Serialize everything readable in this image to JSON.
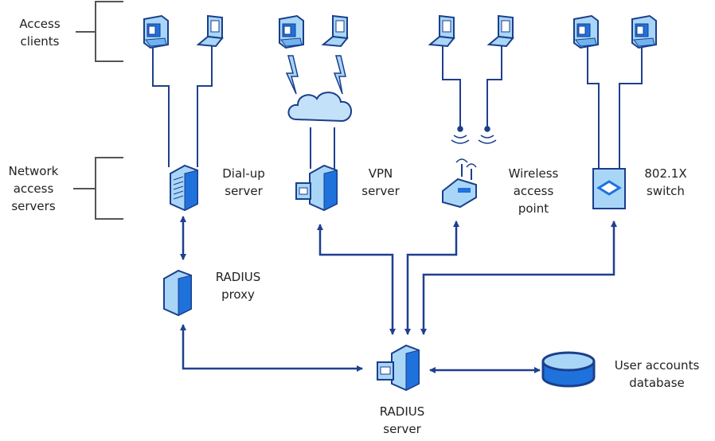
{
  "colors": {
    "line": "#1f3f8f",
    "device_light": "#a9d6f7",
    "device_dark": "#1f72dc",
    "outline": "#1a3f8c",
    "bracket": "#555555"
  },
  "groups": {
    "access_clients": [
      "Access",
      "clients"
    ],
    "network_access_servers": [
      "Network",
      "access",
      "servers"
    ]
  },
  "nodes": {
    "dialup": [
      "Dial-up",
      "server"
    ],
    "vpn": [
      "VPN",
      "server"
    ],
    "wireless": [
      "Wireless",
      "access",
      "point"
    ],
    "switch": [
      "802.1X",
      "switch"
    ],
    "proxy": [
      "RADIUS",
      "proxy"
    ],
    "radius": [
      "RADIUS",
      "server"
    ],
    "database": [
      "User accounts",
      "database"
    ]
  },
  "icons": {
    "desktop": "desktop-computer-icon",
    "laptop": "laptop-icon",
    "cloud": "cloud-icon",
    "server": "server-icon",
    "router": "wireless-router-icon",
    "switch": "switch-icon",
    "database": "database-icon"
  }
}
